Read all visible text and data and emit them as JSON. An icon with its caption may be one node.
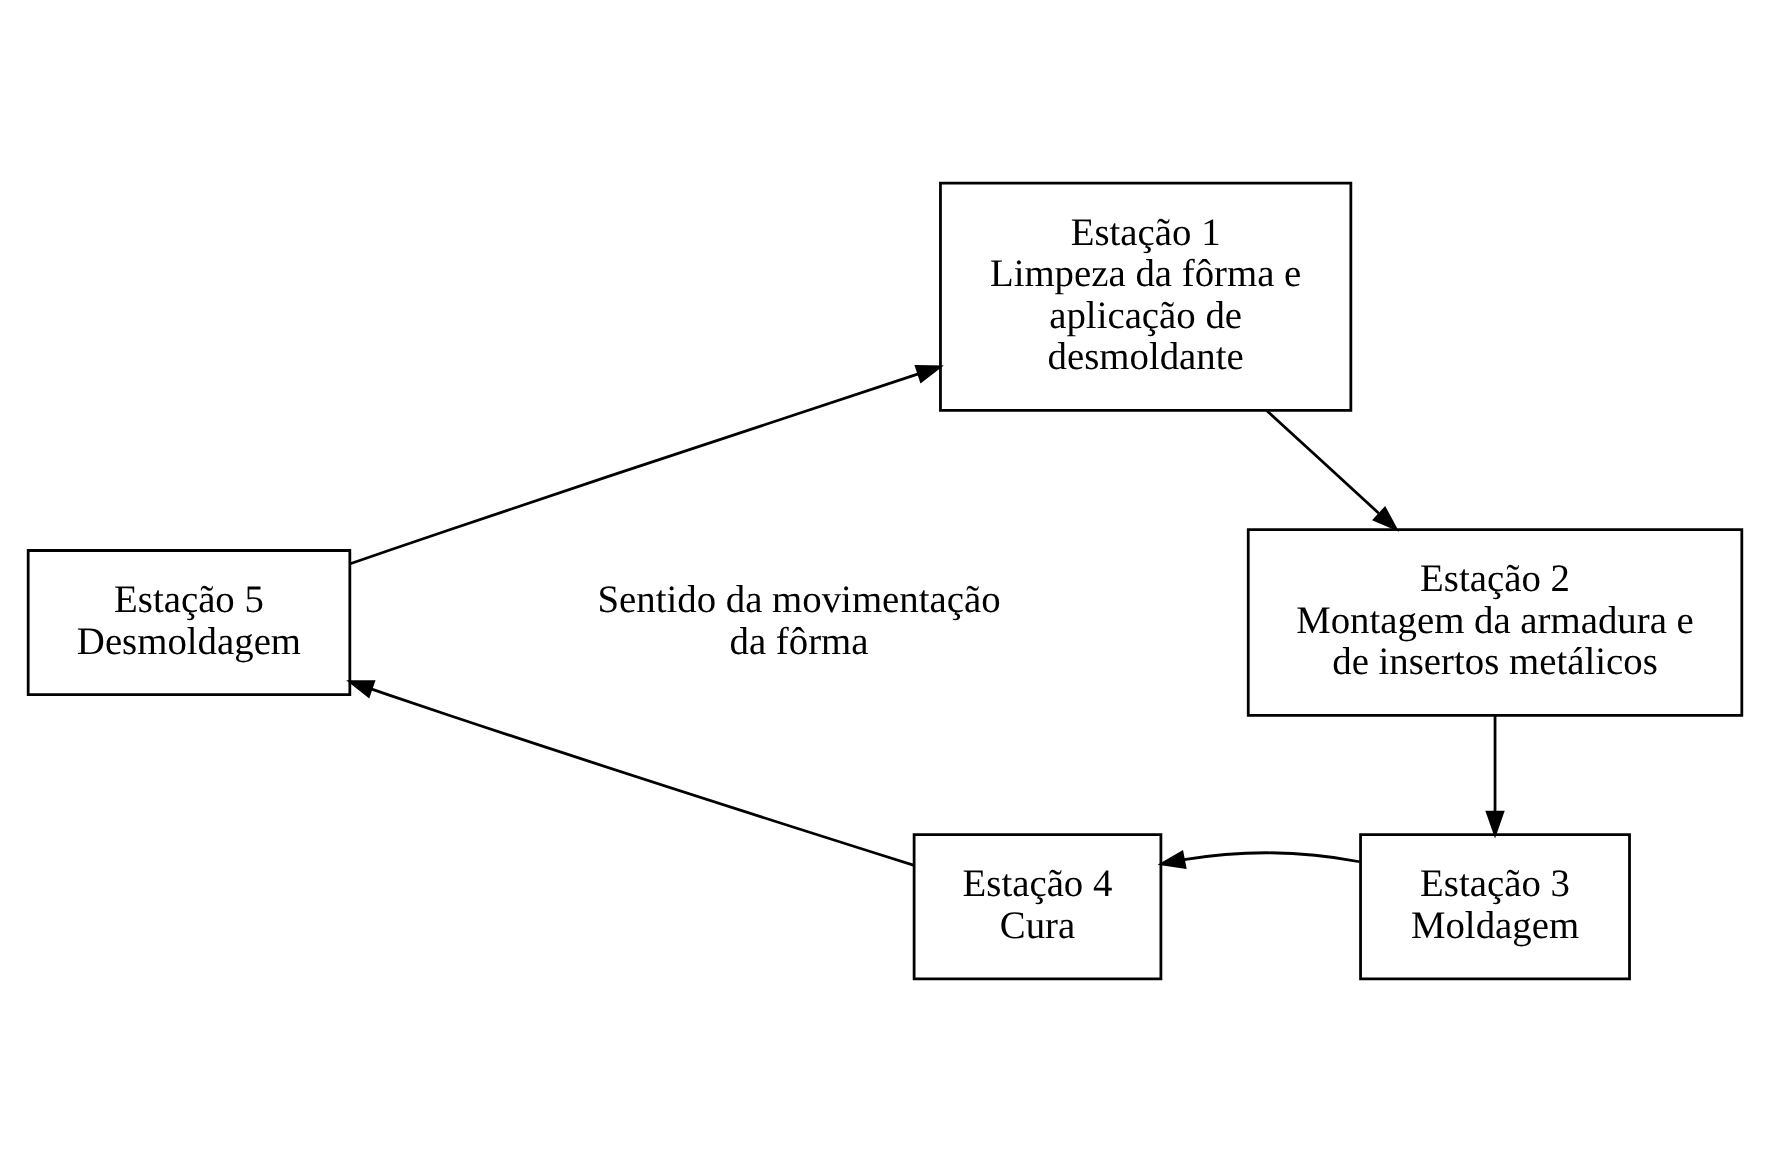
{
  "diagram": {
    "nodes": [
      {
        "text": [
          "Estação 1",
          "Limpeza da fôrma e aplicação de desmoldante"
        ]
      },
      {
        "text": [
          "Estação 2",
          "Montagem da armadura e de insertos metálicos"
        ]
      },
      {
        "text": [
          "Estação 3",
          "Moldagem"
        ]
      },
      {
        "text": [
          "Estação 4",
          "Cura"
        ]
      },
      {
        "text": [
          "Estação 5",
          "Desmoldagem"
        ]
      }
    ],
    "edges": [
      {
        "from": 0,
        "to": 1,
        "arrow": "to"
      },
      {
        "from": 1,
        "to": 2,
        "arrow": "to"
      },
      {
        "from": 2,
        "to": 3,
        "arrow": "to"
      },
      {
        "from": 3,
        "to": 4,
        "arrow": "to"
      },
      {
        "from": 4,
        "to": 0,
        "arrow": "to"
      }
    ],
    "labels": [
      "Sentido da movimentação da fôrma"
    ]
  }
}
